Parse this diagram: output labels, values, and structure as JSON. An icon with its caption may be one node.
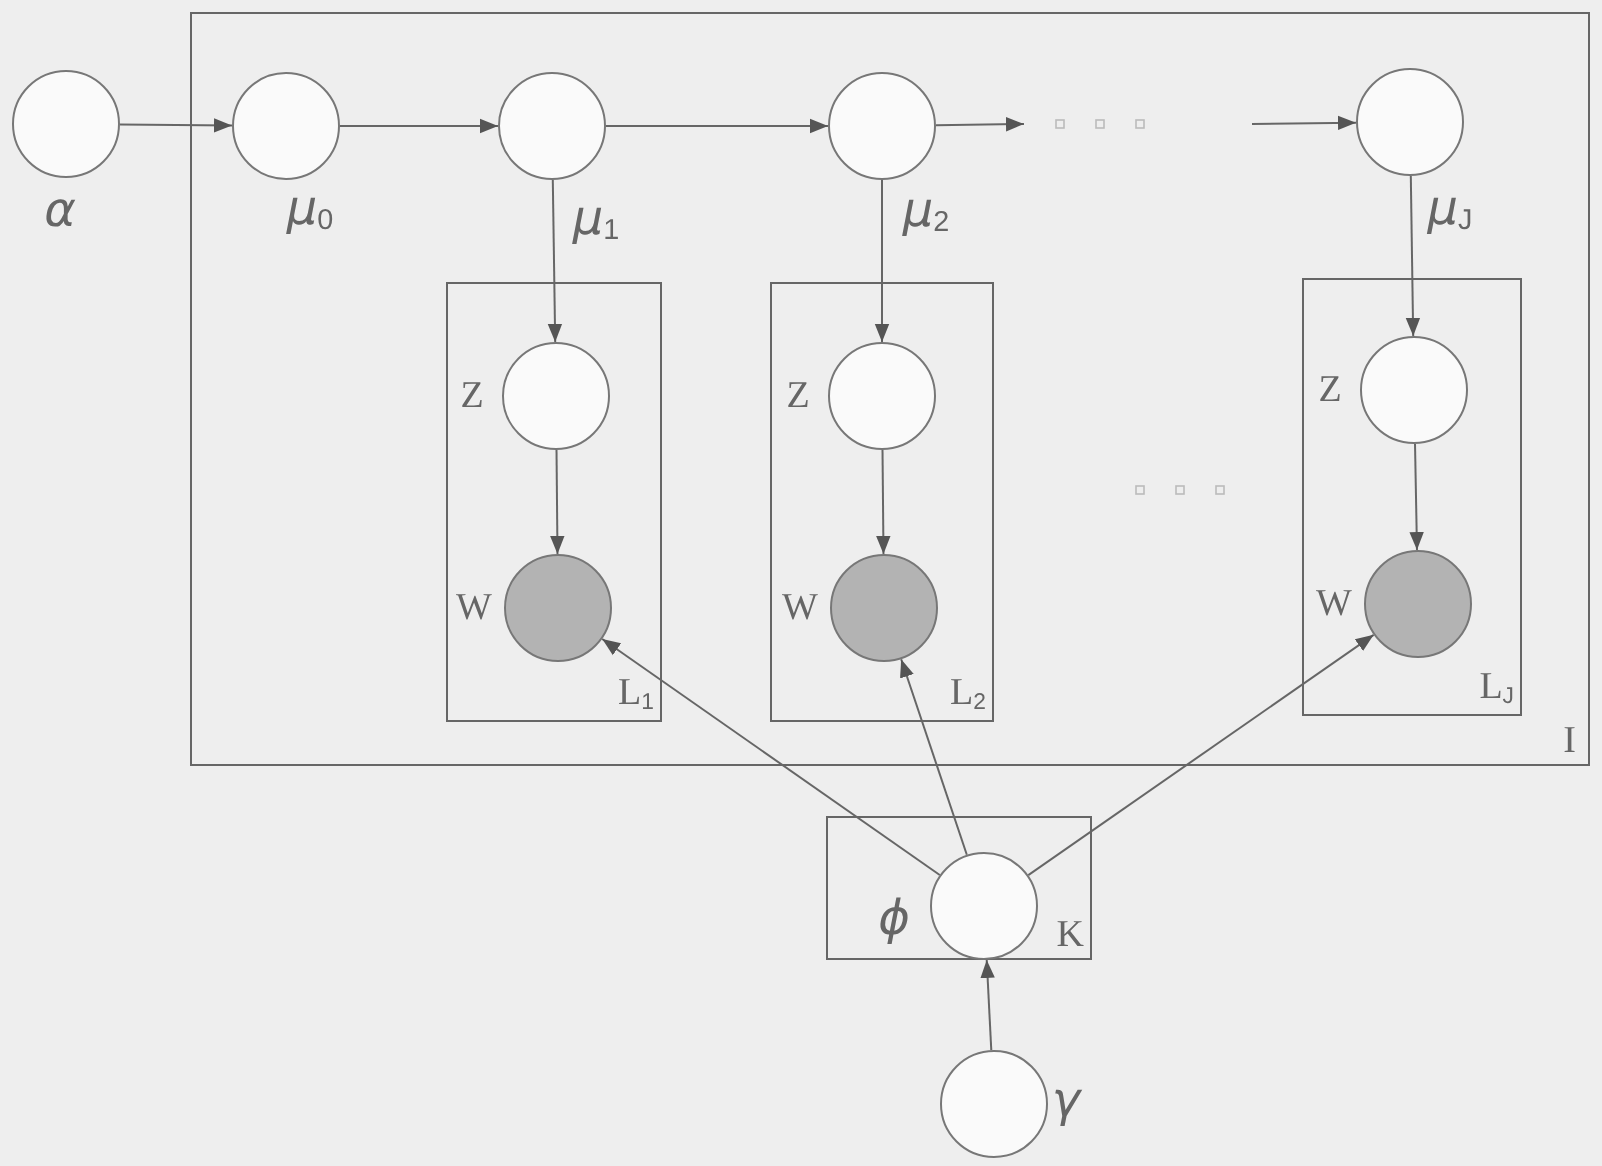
{
  "diagram": {
    "nodes": [
      {
        "text": [],
        "shape": "circle",
        "beside": [
          "α"
        ]
      },
      {
        "text": [
          "I"
        ]
      },
      {
        "text": [],
        "shape": "circle",
        "beside": [
          "μ$_{0}$"
        ],
        "in": 1
      },
      {
        "text": [],
        "shape": "circle",
        "beside": [
          "μ$_{1}$"
        ],
        "in": 1
      },
      {
        "text": [],
        "shape": "circle",
        "beside": [
          "μ$_{2}$"
        ],
        "in": 1
      },
      {
        "text": [],
        "shape": "circle",
        "beside": [
          "μ$_{J}$"
        ],
        "in": 1
      },
      {
        "text": [
          "L$_{1}$"
        ],
        "in": 1
      },
      {
        "text": [],
        "shape": "circle",
        "beside": [
          "Z"
        ],
        "in": 6
      },
      {
        "text": [],
        "shape": "disc",
        "beside": [
          "W"
        ],
        "in": 6
      },
      {
        "text": [
          "L$_{2}$"
        ],
        "in": 1
      },
      {
        "text": [],
        "shape": "circle",
        "beside": [
          "Z"
        ],
        "in": 9
      },
      {
        "text": [],
        "shape": "disc",
        "beside": [
          "W"
        ],
        "in": 9
      },
      {
        "text": [
          "L$_{J}$"
        ],
        "in": 1
      },
      {
        "text": [],
        "shape": "circle",
        "beside": [
          "Z"
        ],
        "in": 12
      },
      {
        "text": [],
        "shape": "disc",
        "beside": [
          "W"
        ],
        "in": 12
      },
      {
        "text": [
          "K"
        ]
      },
      {
        "text": [],
        "shape": "circle",
        "beside": [
          "ϕ"
        ],
        "in": 15
      },
      {
        "text": [],
        "shape": "circle",
        "beside": [
          "γ"
        ]
      }
    ],
    "edges": [
      {
        "from": 0,
        "to": 2,
        "arrow": "to"
      },
      {
        "from": 2,
        "to": 3,
        "arrow": "to"
      },
      {
        "from": 3,
        "to": 4,
        "arrow": "to"
      },
      {
        "from": 4,
        "to": null,
        "arrow": "to"
      },
      {
        "from": null,
        "to": 5,
        "arrow": "to"
      },
      {
        "from": 3,
        "to": 7,
        "arrow": "to"
      },
      {
        "from": 7,
        "to": 8,
        "arrow": "to"
      },
      {
        "from": 4,
        "to": 10,
        "arrow": "to"
      },
      {
        "from": 10,
        "to": 11,
        "arrow": "to"
      },
      {
        "from": 5,
        "to": 13,
        "arrow": "to"
      },
      {
        "from": 13,
        "to": 14,
        "arrow": "to"
      },
      {
        "from": 16,
        "to": 8,
        "arrow": "to"
      },
      {
        "from": 16,
        "to": 11,
        "arrow": "to"
      },
      {
        "from": 16,
        "to": 14,
        "arrow": "to"
      },
      {
        "from": 17,
        "to": 16,
        "arrow": "to"
      }
    ]
  }
}
